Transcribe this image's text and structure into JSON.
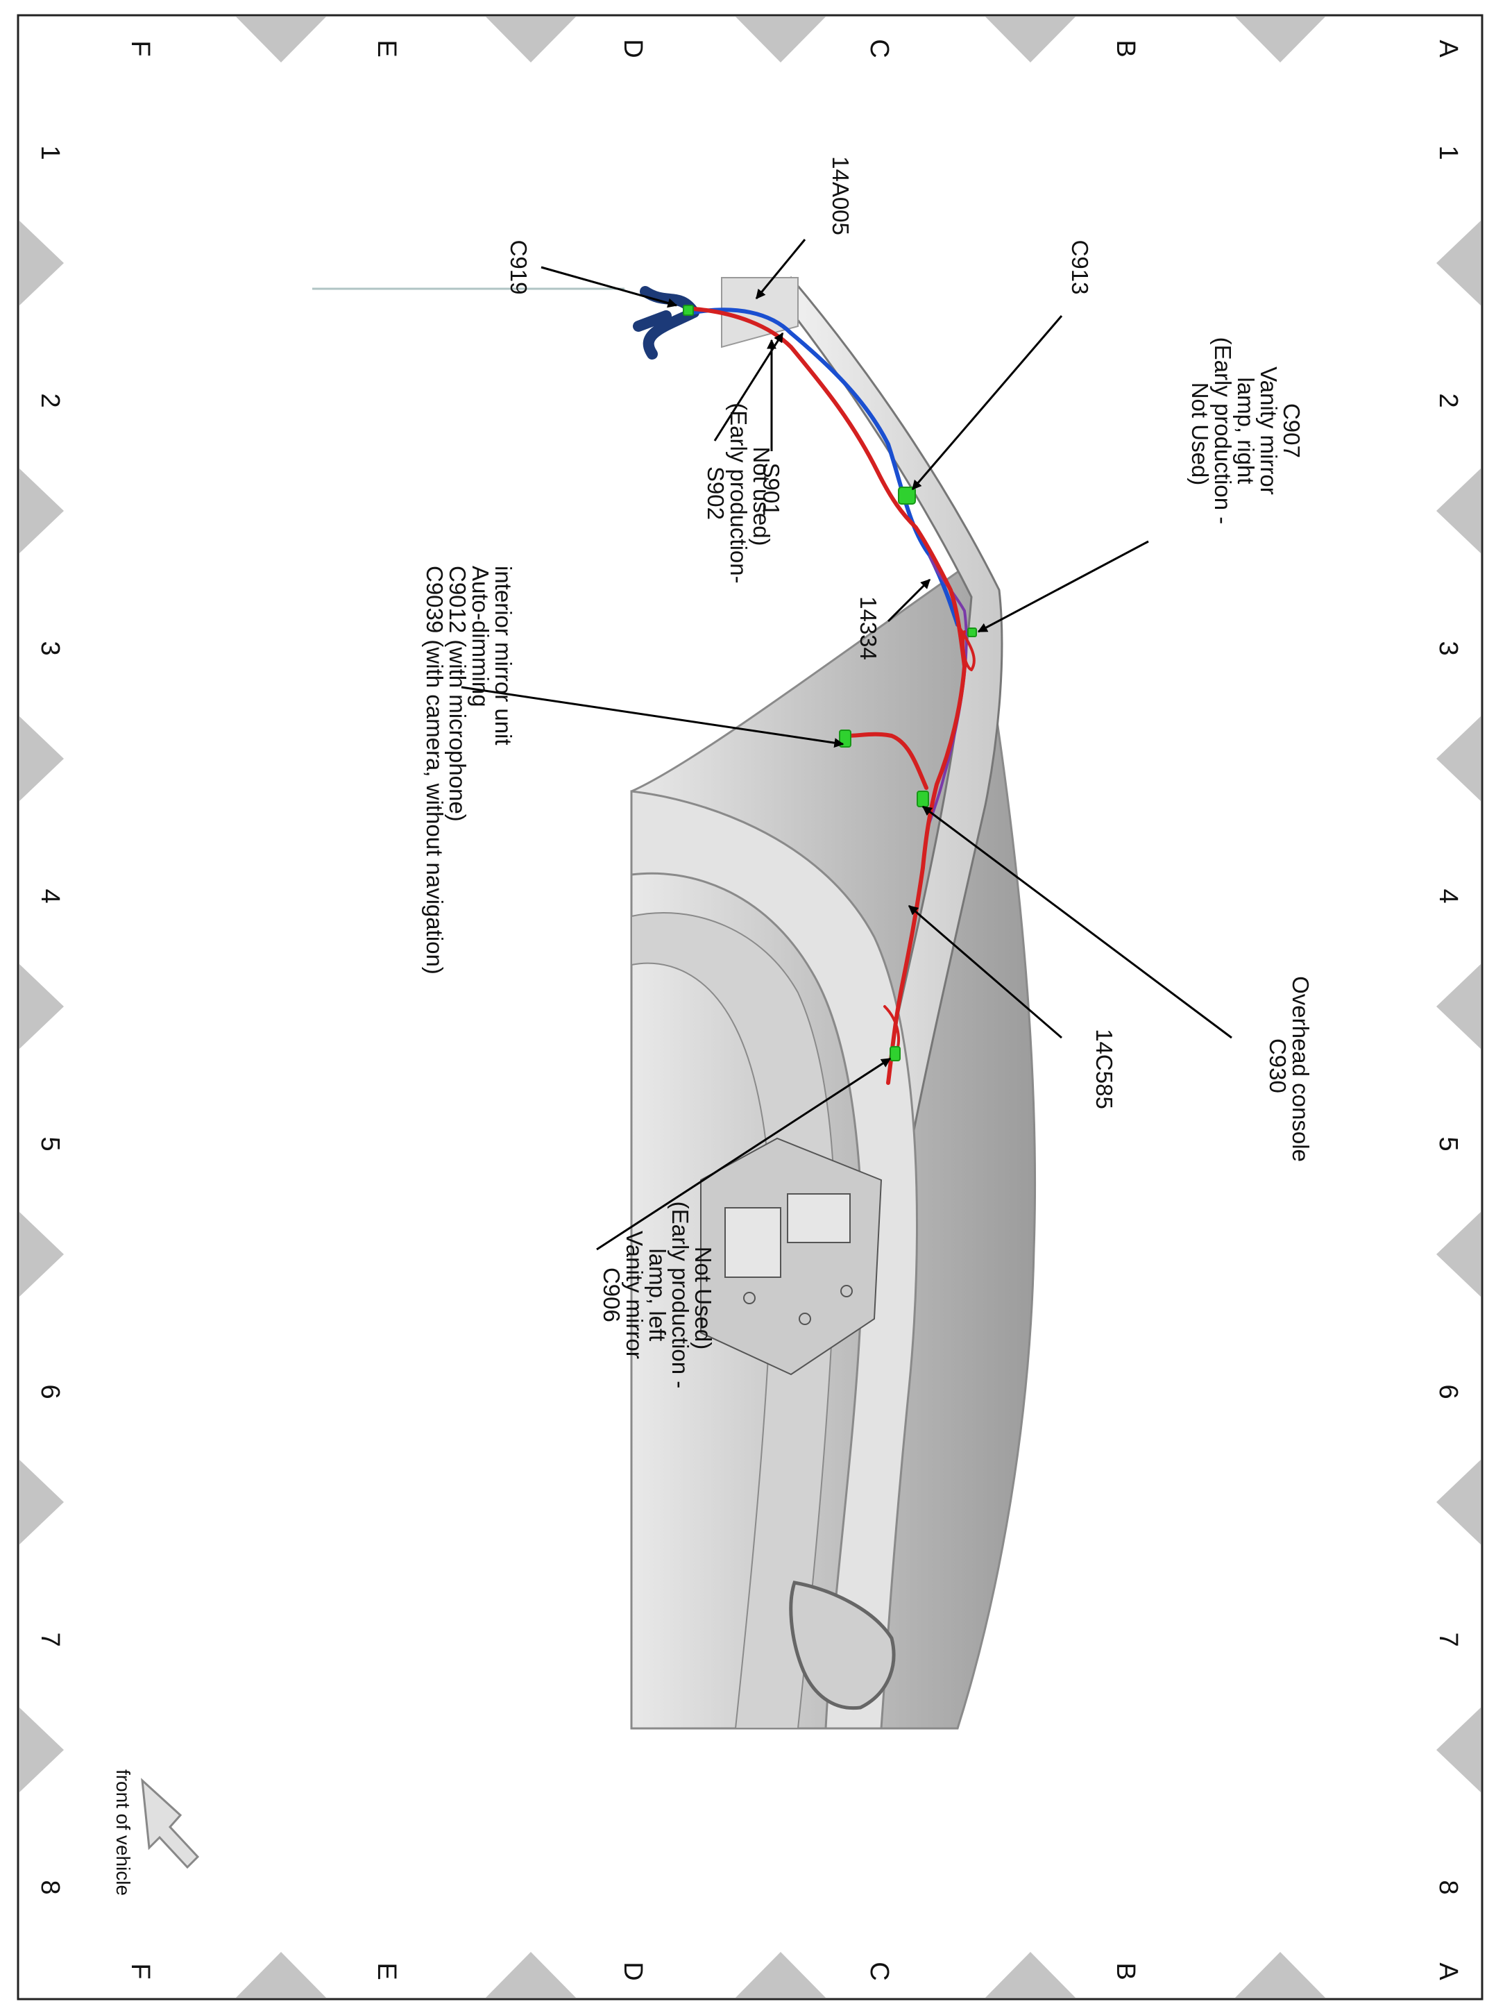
{
  "grid": {
    "rows_top_to_bottom": [
      "A",
      "B",
      "C",
      "D",
      "E",
      "F"
    ],
    "columns": [
      "1",
      "2",
      "3",
      "4",
      "5",
      "6",
      "7",
      "8"
    ]
  },
  "callouts": {
    "c907": [
      "C907",
      "Vanity mirror",
      "lamp, right",
      "(Early production -",
      "Not Used)"
    ],
    "c913": [
      "C913"
    ],
    "h14a005": [
      "14A005"
    ],
    "c919": [
      "C919"
    ],
    "s901": [
      "S901"
    ],
    "s902": [
      "S902",
      "(Early production-",
      "Not used)"
    ],
    "h14334": [
      "14334"
    ],
    "c9039": [
      "C9039  (with camera, without navigation)",
      "C9012  (with microphone)",
      "Auto-dimming",
      "interior mirror unit"
    ],
    "c930": [
      "C930",
      "Overhead console"
    ],
    "h14c585": [
      "14C585"
    ],
    "c906": [
      "C906",
      "Vanity mirror",
      "lamp, left",
      "(Early production -",
      "Not Used)"
    ]
  },
  "orientation_label": "front of vehicle",
  "colors": {
    "harness_red": "#d42020",
    "harness_blue": "#1a4fd0",
    "harness_dark_blue": "#1c3a78",
    "harness_purple": "#7a3aa8",
    "connector_green": "#2fd12f",
    "panel_gray": "#b8b8b8",
    "grid_marker_gray": "#c4c4c4"
  }
}
